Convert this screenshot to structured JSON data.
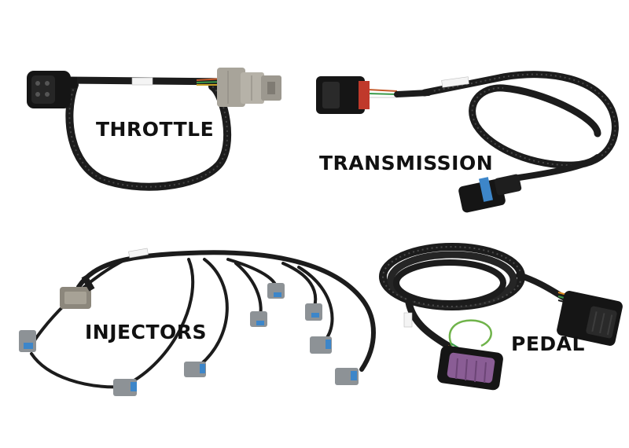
{
  "labels": {
    "throttle": "THROTTLE",
    "transmission": "TRANSMISSION",
    "injectors": "INJECTORS",
    "pedal": "PEDAL"
  },
  "colors": {
    "background": "#ffffff",
    "cable": "#1c1c1c",
    "connector_black": "#151515",
    "connector_grey": "#a8a49a",
    "connector_purple": "#8a5d95",
    "injector_grey": "#8d9296",
    "accent_blue": "#3d86c9",
    "label_text": "#111111"
  }
}
